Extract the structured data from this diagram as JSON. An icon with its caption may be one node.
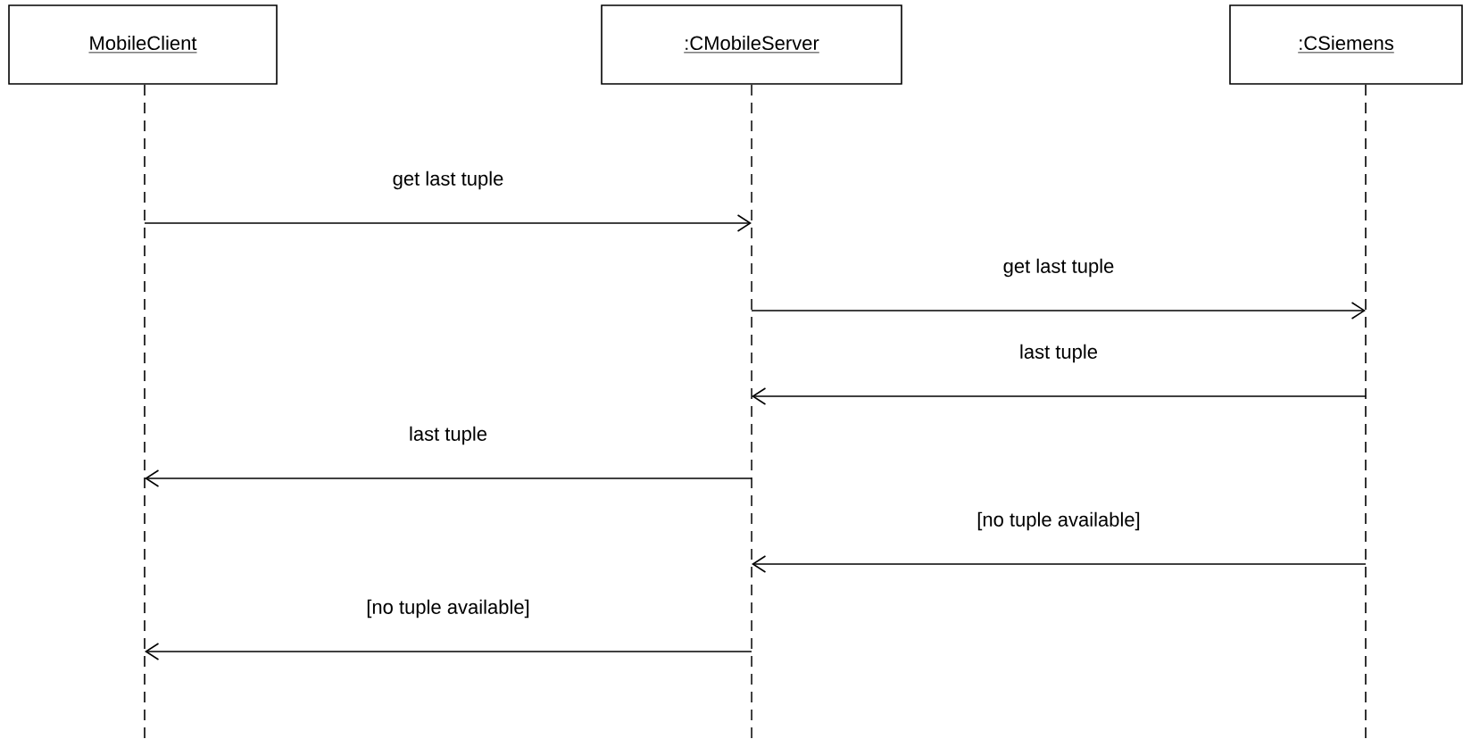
{
  "diagram": {
    "nodes": [
      {
        "text": [
          "MobileClient"
        ]
      },
      {
        "text": [
          ":CMobileServer"
        ]
      },
      {
        "text": [
          ":CSiemens"
        ]
      }
    ],
    "edges": [
      {
        "from": 0,
        "to": 1,
        "arrow": "to",
        "label": "get last tuple"
      },
      {
        "from": 1,
        "to": 2,
        "arrow": "to",
        "label": "get last tuple"
      },
      {
        "from": 2,
        "to": 1,
        "arrow": "to",
        "label": "last tuple"
      },
      {
        "from": 1,
        "to": 0,
        "arrow": "to",
        "label": "last tuple"
      },
      {
        "from": 2,
        "to": 1,
        "arrow": "to",
        "label": "[no tuple available]"
      },
      {
        "from": 1,
        "to": 0,
        "arrow": "to",
        "label": "[no tuple available]"
      }
    ]
  }
}
